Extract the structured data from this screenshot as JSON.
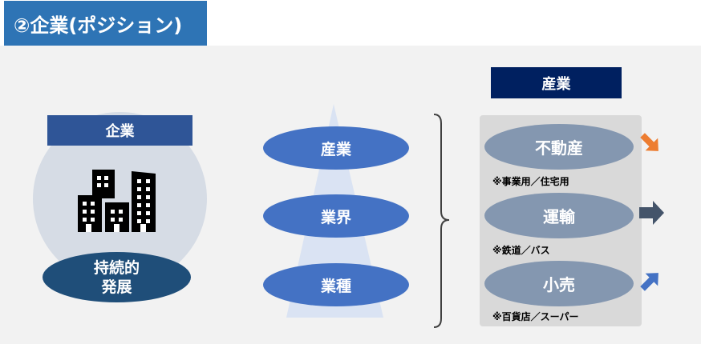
{
  "title": "②企業(ポジション)",
  "company": {
    "header": "企業",
    "badge_line1": "持続的",
    "badge_line2": "発展",
    "icon": "buildings-icon"
  },
  "hierarchy": [
    "産業",
    "業界",
    "業種"
  ],
  "industry": {
    "header": "産業",
    "items": [
      {
        "label": "不動産",
        "note": "※事業用／住宅用",
        "trend": "down",
        "color": "#ed7d31"
      },
      {
        "label": "運輸",
        "note": "※鉄道／バス",
        "trend": "flat",
        "color": "#44546a"
      },
      {
        "label": "小売",
        "note": "※百貨店／スーパー",
        "trend": "up",
        "color": "#4472c4"
      }
    ]
  }
}
